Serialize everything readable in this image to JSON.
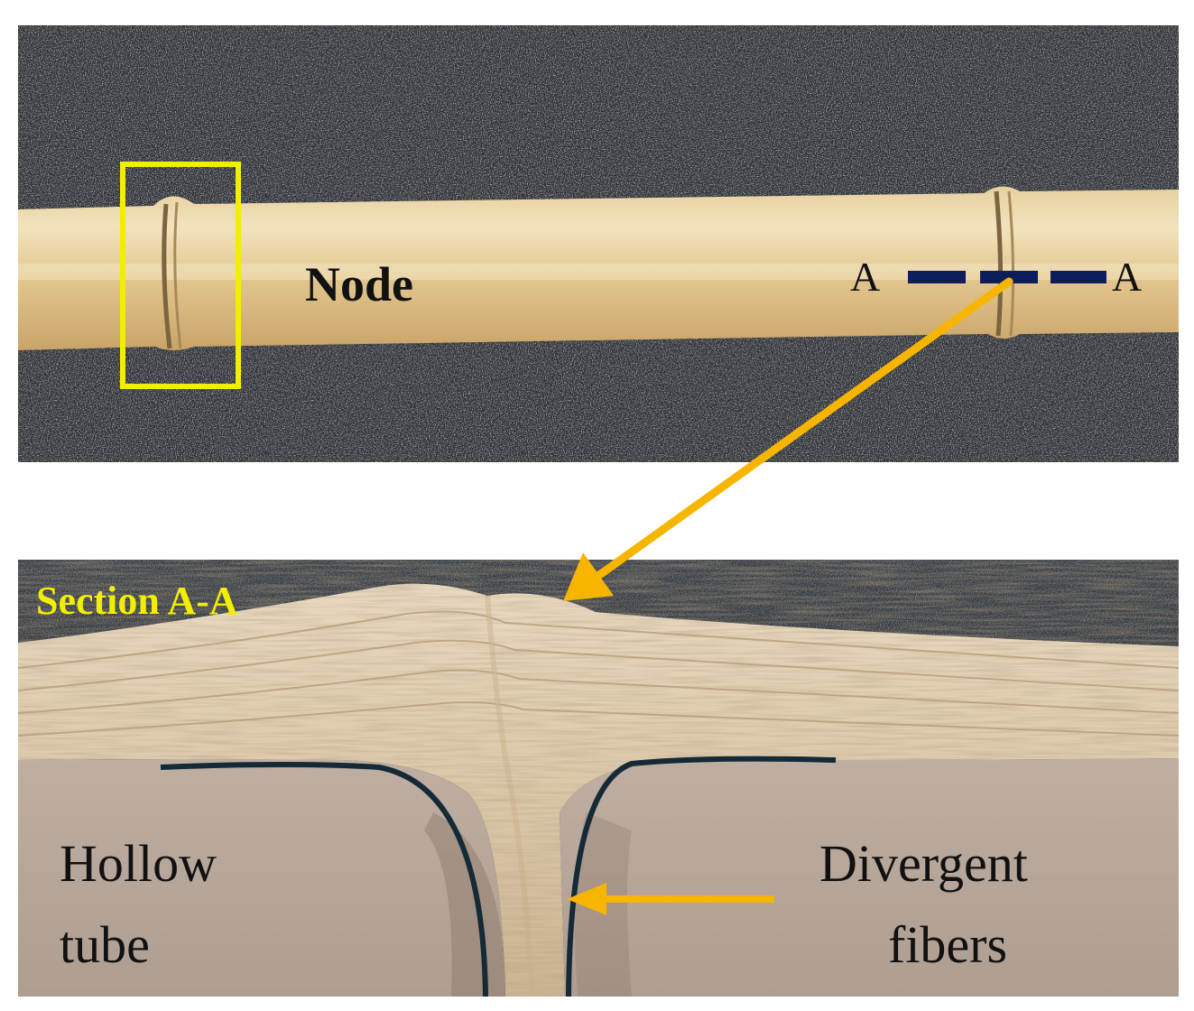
{
  "labels": {
    "node": "Node",
    "section_end_left": "A",
    "section_end_right": "A",
    "section_title": "Section A-A",
    "hollow_line1": "Hollow",
    "hollow_line2": "tube",
    "divergent_line1": "Divergent",
    "divergent_line2": "fibers"
  },
  "colors": {
    "highlight_box": "#f2ee00",
    "arrow": "#f7b500",
    "section_line": "#0c1f5c",
    "boundary_curve": "#142a36",
    "section_title": "#f2ee00",
    "text": "#111111"
  }
}
